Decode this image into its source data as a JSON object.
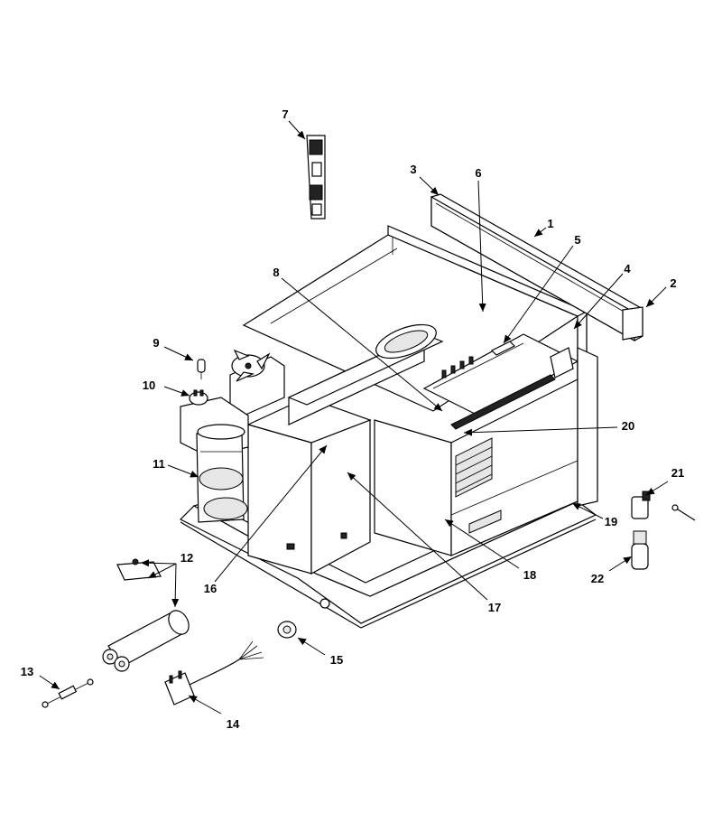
{
  "callouts": [
    "1",
    "2",
    "3",
    "4",
    "5",
    "6",
    "7",
    "8",
    "9",
    "10",
    "11",
    "12",
    "13",
    "14",
    "15",
    "16",
    "17",
    "18",
    "19",
    "20",
    "21",
    "22"
  ]
}
